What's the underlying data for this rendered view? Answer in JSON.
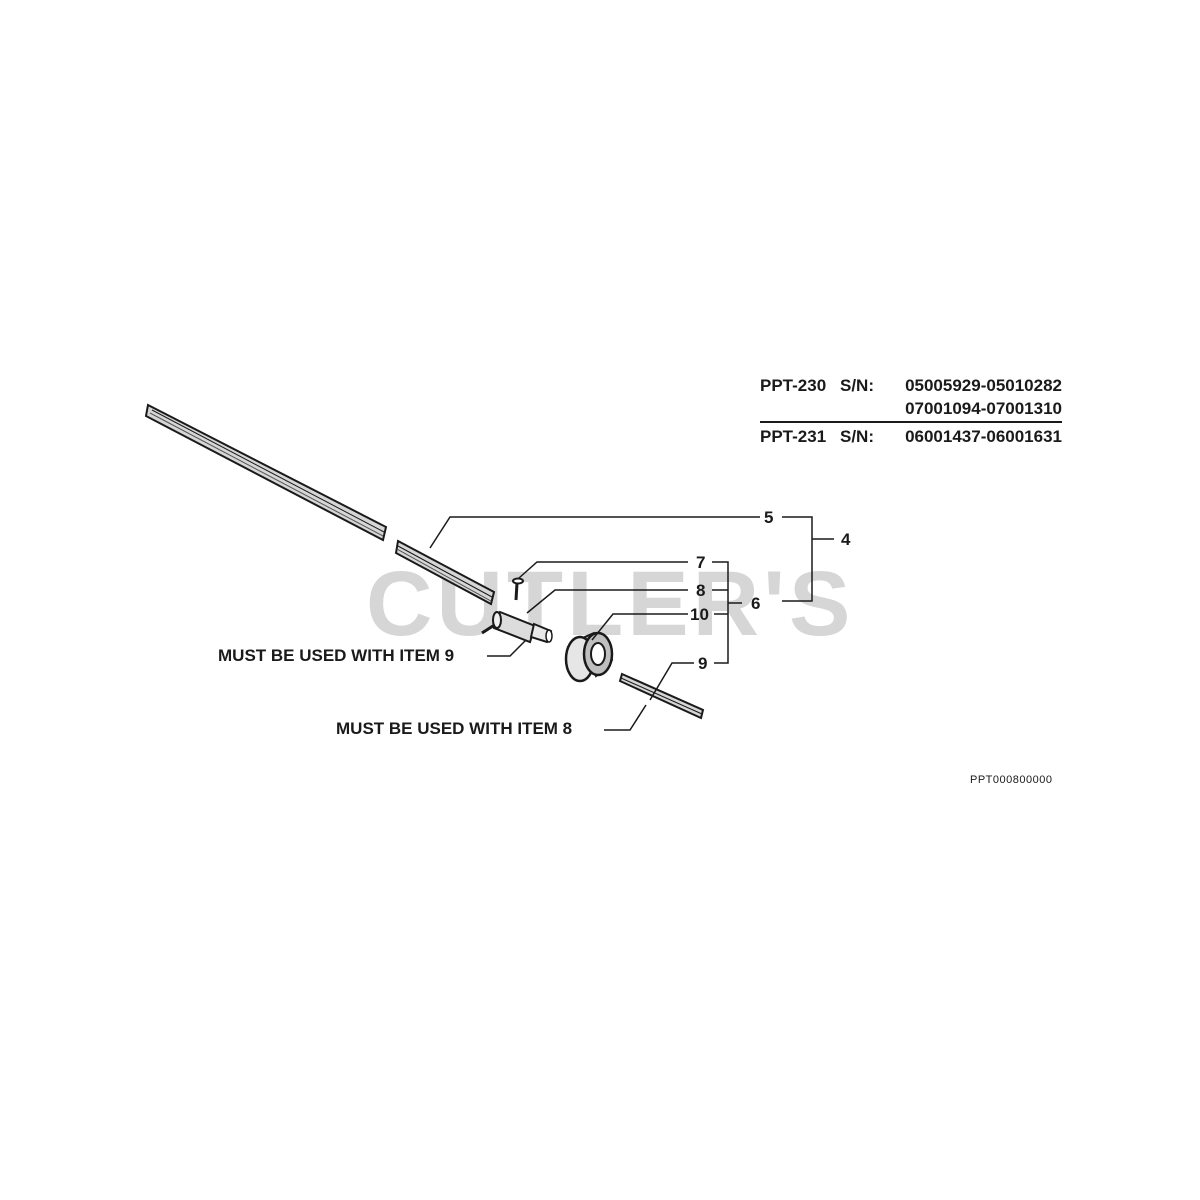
{
  "serial_info": {
    "rows": [
      {
        "model": "PPT-230",
        "sn_label": "S/N:",
        "range": "05005929-05010282"
      },
      {
        "model": "",
        "sn_label": "",
        "range": "07001094-07001310"
      },
      {
        "model": "PPT-231",
        "sn_label": "S/N:",
        "range": "06001437-06001631"
      }
    ]
  },
  "callouts": {
    "item_4": "4",
    "item_5": "5",
    "item_6": "6",
    "item_7": "7",
    "item_8": "8",
    "item_9": "9",
    "item_10": "10"
  },
  "notes": {
    "with_item_9": "MUST BE USED WITH ITEM 9",
    "with_item_8": "MUST BE USED WITH ITEM 8"
  },
  "diagram_code": "PPT000800000",
  "watermark": "CUTLER'S"
}
